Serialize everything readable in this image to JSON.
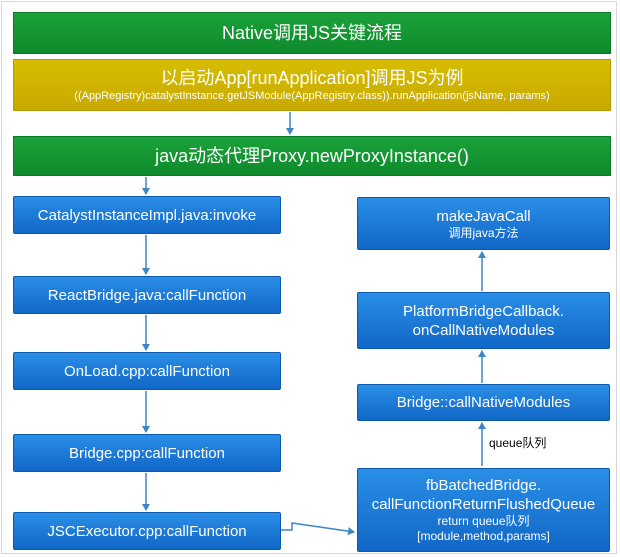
{
  "diagram": {
    "title": "Native调用JS关键流程",
    "example": {
      "line1": "以启动App[runApplication]调用JS为例",
      "line2": "((AppRegistry)catalystInstance.getJSModule(AppRegistry.class)).runApplication(jsName, params)"
    },
    "proxy": "java动态代理Proxy.newProxyInstance()",
    "left_chain": {
      "catalyst": "CatalystInstanceImpl.java:invoke",
      "react": "ReactBridge.java:callFunction",
      "onload": "OnLoad.cpp:callFunction",
      "bridge": "Bridge.cpp:callFunction",
      "jsc": "JSCExecutor.cpp:callFunction"
    },
    "right_chain": {
      "make_java_call": {
        "line1": "makeJavaCall",
        "line2": "调用java方法"
      },
      "platform_callback": {
        "line1": "PlatformBridgeCallback.",
        "line2": "onCallNativeModules"
      },
      "call_native_modules": "Bridge::callNativeModules",
      "fb_batched": {
        "line1": "fbBatchedBridge.",
        "line2": "callFunctionReturnFlushedQueue",
        "line3": "return queue队列",
        "line4": "[module,method,params]"
      }
    },
    "edge_label_queue": "queue队列",
    "colors": {
      "green": "#14963a",
      "yellow": "#cfb200",
      "blue": "#1a7ad6",
      "arrow": "#3a86c8"
    }
  }
}
